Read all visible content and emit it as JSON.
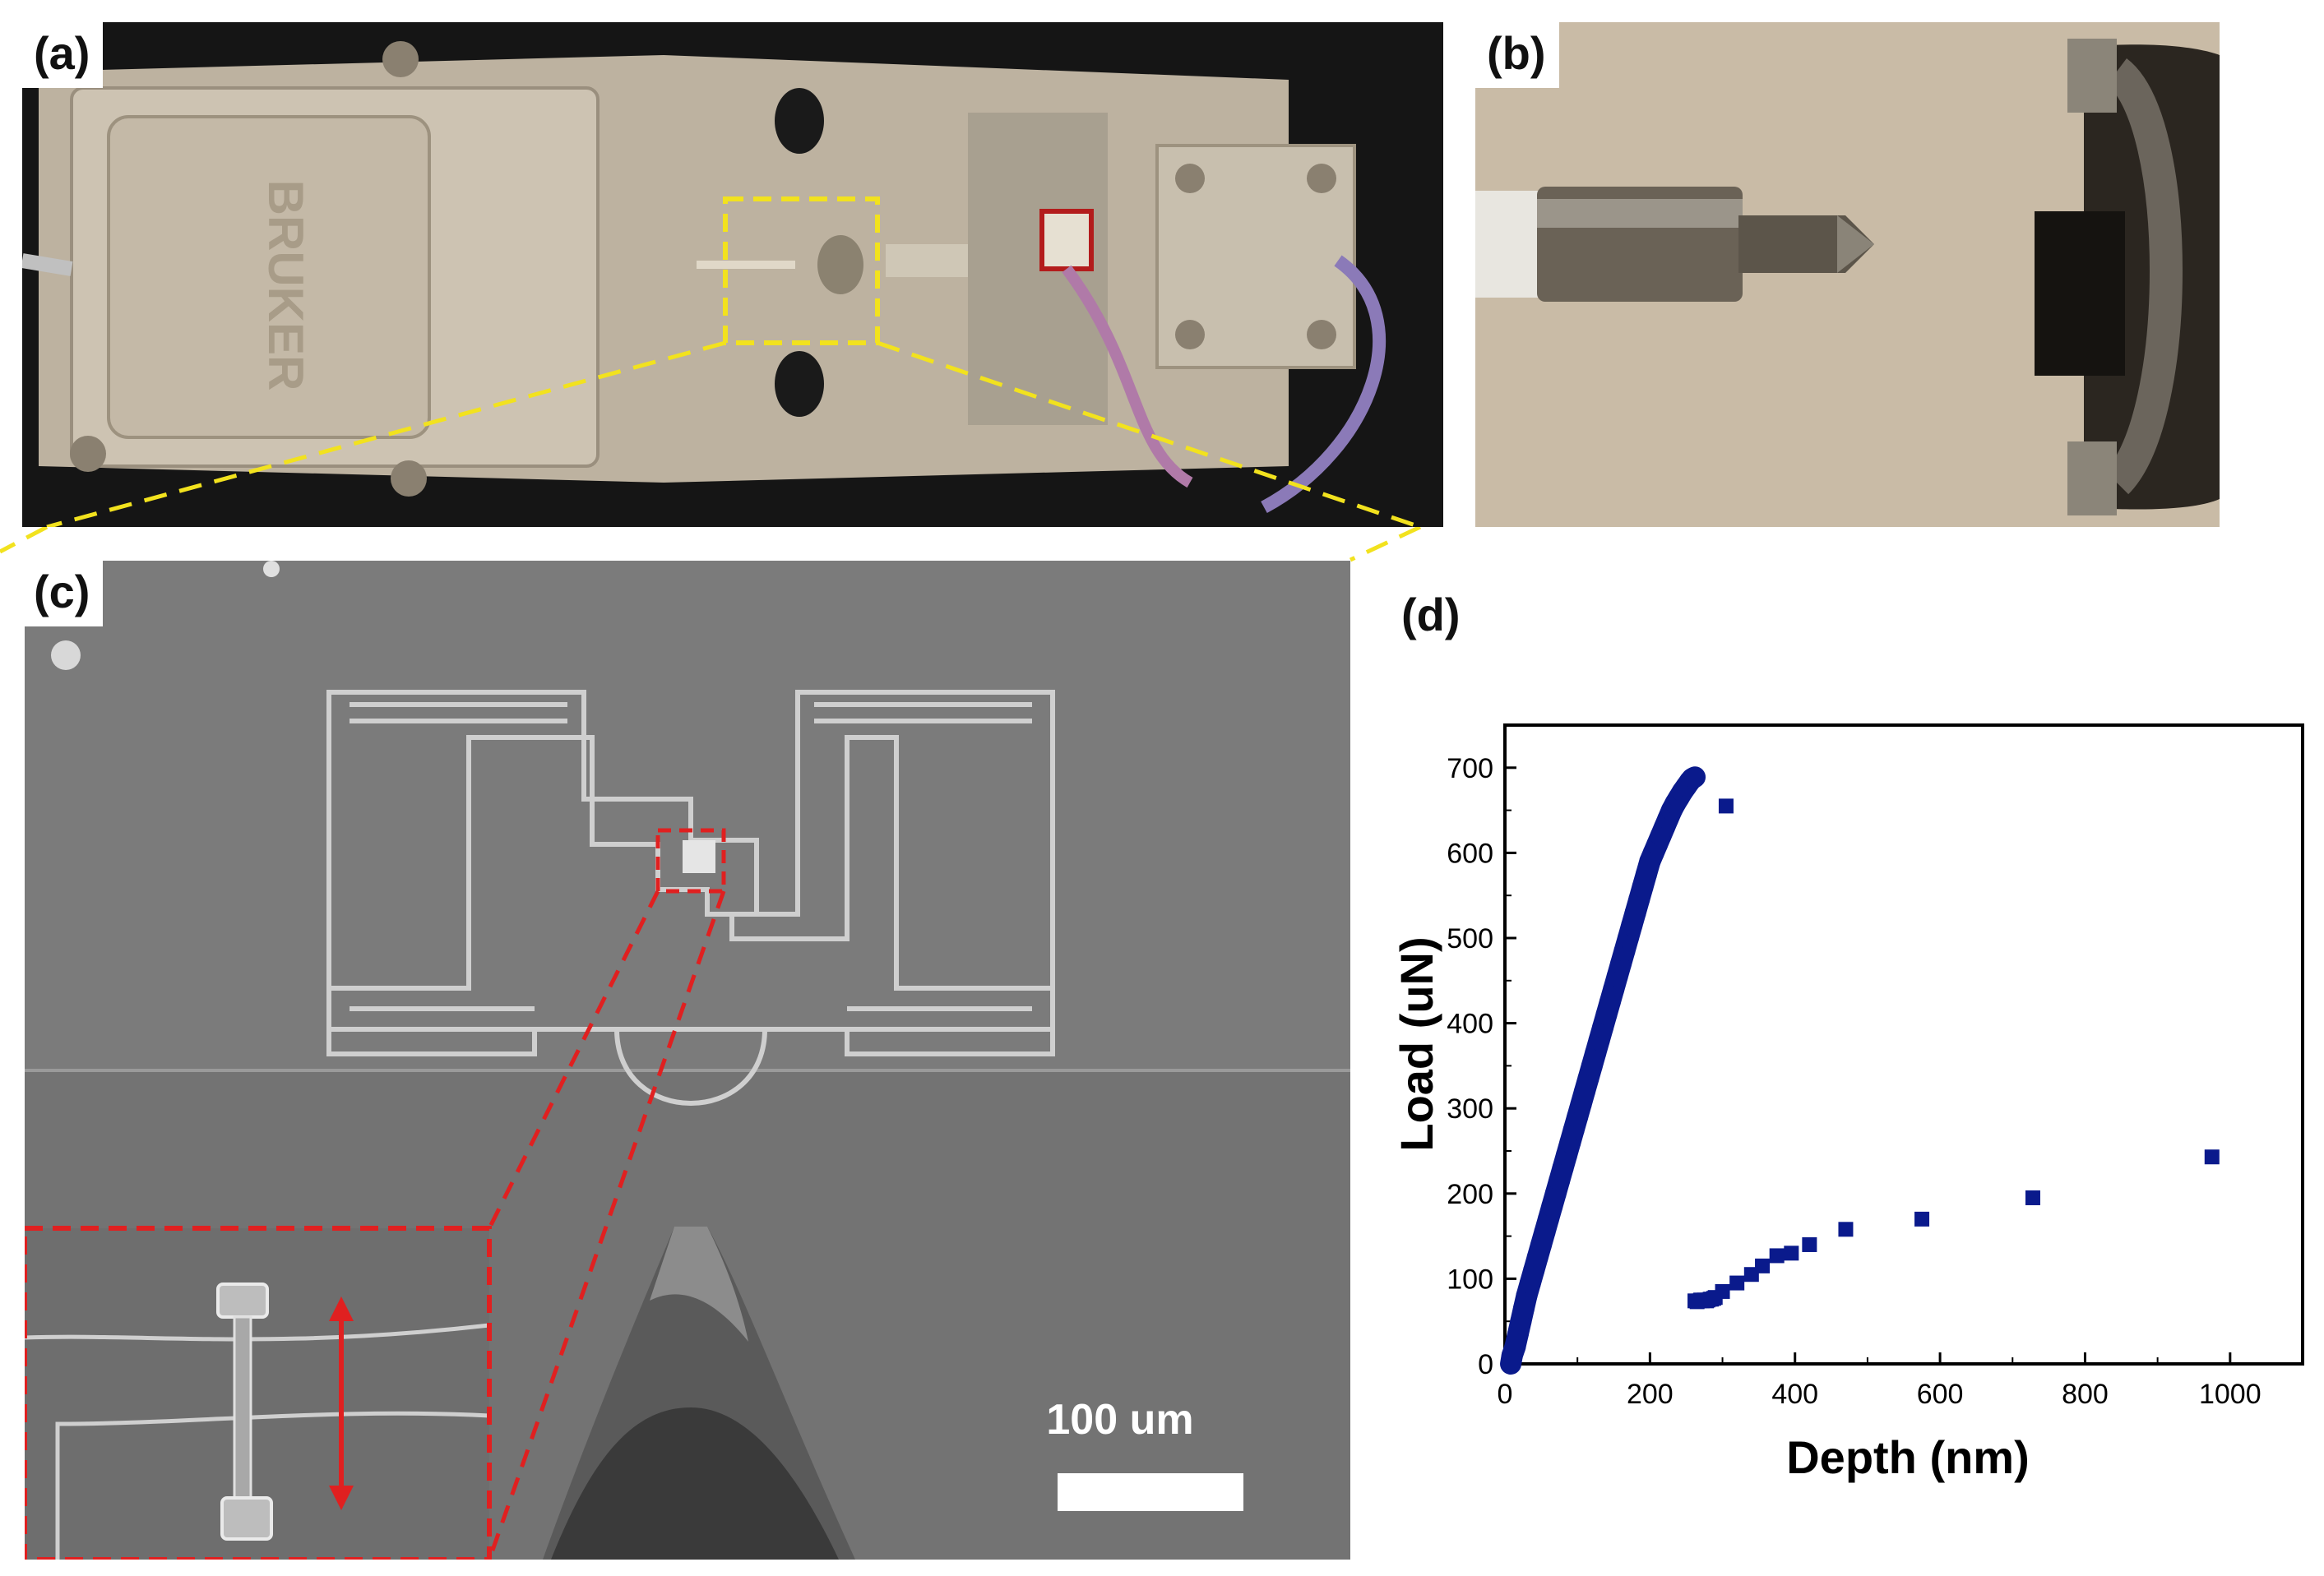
{
  "panels": {
    "a": {
      "label": "(a)",
      "logo_text": "BRUKER"
    },
    "b": {
      "label": "(b)"
    },
    "c": {
      "label": "(c)",
      "scale_bar": "100 um"
    },
    "d": {
      "label": "(d)"
    }
  },
  "colors": {
    "zoom_box": "#f2e21e",
    "inset_box": "#e02020",
    "data_points": "#0a1a8c"
  },
  "chart_data": {
    "type": "scatter",
    "xlabel": "Depth (nm)",
    "ylabel": "Load (uN)",
    "xlim": [
      0,
      1100
    ],
    "ylim": [
      0,
      750
    ],
    "xticks": [
      0,
      200,
      400,
      600,
      800,
      1000
    ],
    "yticks": [
      0,
      100,
      200,
      300,
      400,
      500,
      600,
      700
    ],
    "grid": false,
    "series": [
      {
        "values_note": "",
        "x": [
          8,
          10,
          14,
          18,
          22,
          26,
          30,
          35,
          40,
          45,
          50,
          55,
          60,
          65,
          70,
          75,
          80,
          85,
          90,
          95,
          100,
          105,
          110,
          115,
          120,
          125,
          130,
          135,
          140,
          145,
          150,
          155,
          160,
          165,
          170,
          175,
          180,
          185,
          190,
          195,
          200,
          205,
          210,
          215,
          220,
          225,
          230,
          235,
          240,
          245,
          250,
          255,
          258,
          260,
          262
        ],
        "y": [
          0,
          10,
          20,
          35,
          50,
          65,
          80,
          95,
          110,
          125,
          140,
          155,
          170,
          185,
          200,
          215,
          230,
          245,
          260,
          275,
          290,
          305,
          320,
          335,
          350,
          365,
          380,
          395,
          410,
          425,
          440,
          455,
          470,
          485,
          500,
          515,
          530,
          545,
          560,
          575,
          590,
          600,
          610,
          620,
          630,
          640,
          650,
          658,
          665,
          672,
          678,
          684,
          687,
          688,
          689
        ]
      },
      {
        "x": [
          262,
          265,
          268,
          270,
          272,
          275,
          278,
          280,
          283,
          285,
          288,
          290,
          300,
          320,
          340,
          355,
          375,
          395,
          420,
          470,
          575,
          728,
          975,
          305
        ],
        "y": [
          74,
          73,
          74,
          75,
          74,
          75,
          74,
          75,
          76,
          76,
          77,
          78,
          85,
          95,
          105,
          115,
          127,
          130,
          140,
          158,
          170,
          195,
          243,
          655
        ]
      }
    ]
  }
}
